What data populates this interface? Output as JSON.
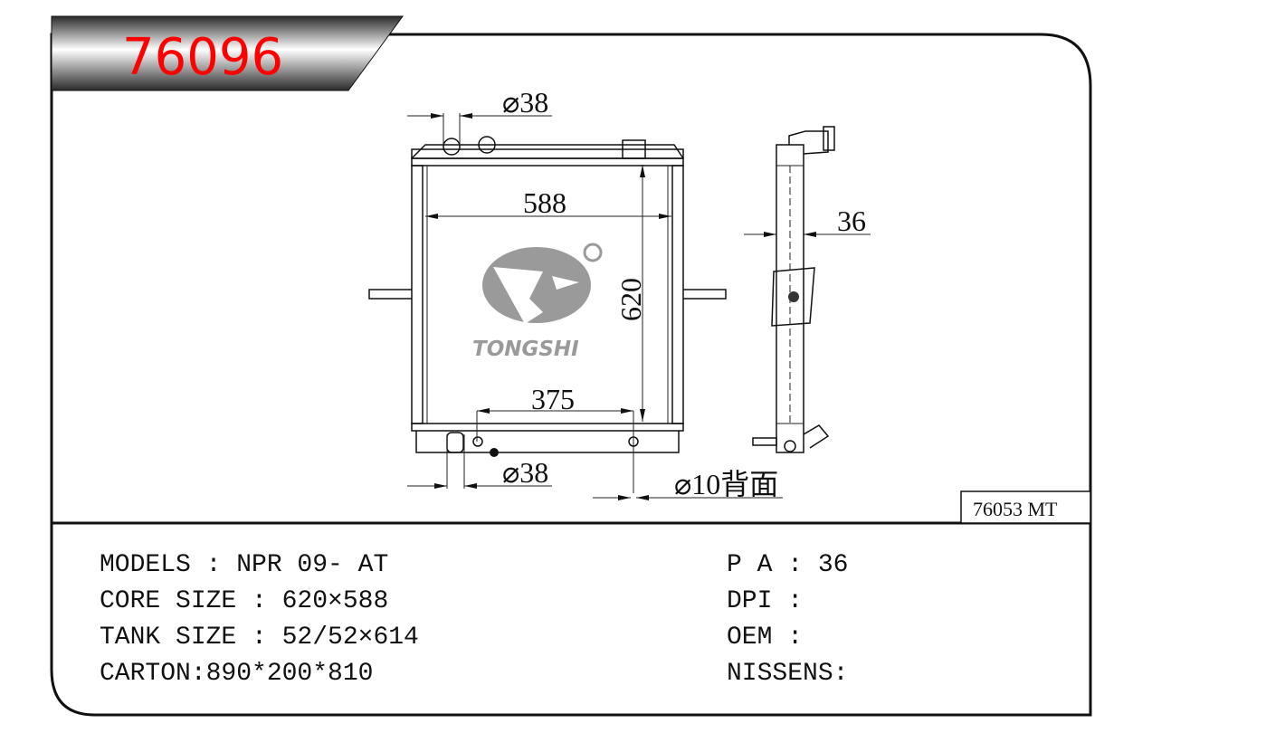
{
  "header": {
    "part_number": "76096",
    "part_number_color": "#ff0000"
  },
  "reference_box": {
    "label": "76053 MT"
  },
  "drawing": {
    "dims": {
      "top_inlet": "⌀38",
      "width": "588",
      "height": "620",
      "bottom_outlet": "⌀38",
      "outlet_spacing": "375",
      "back_hole": "⌀10背面",
      "thickness": "36"
    },
    "logo": {
      "brand": "TONGSHI",
      "registered": "®"
    }
  },
  "specs": {
    "left": [
      "MODELS : NPR 09- AT",
      "CORE SIZE : 620×588",
      "TANK SIZE : 52/52×614",
      "CARTON:890*200*810"
    ],
    "right": [
      "P A : 36",
      "DPI :",
      "OEM :",
      "NISSENS:"
    ]
  }
}
